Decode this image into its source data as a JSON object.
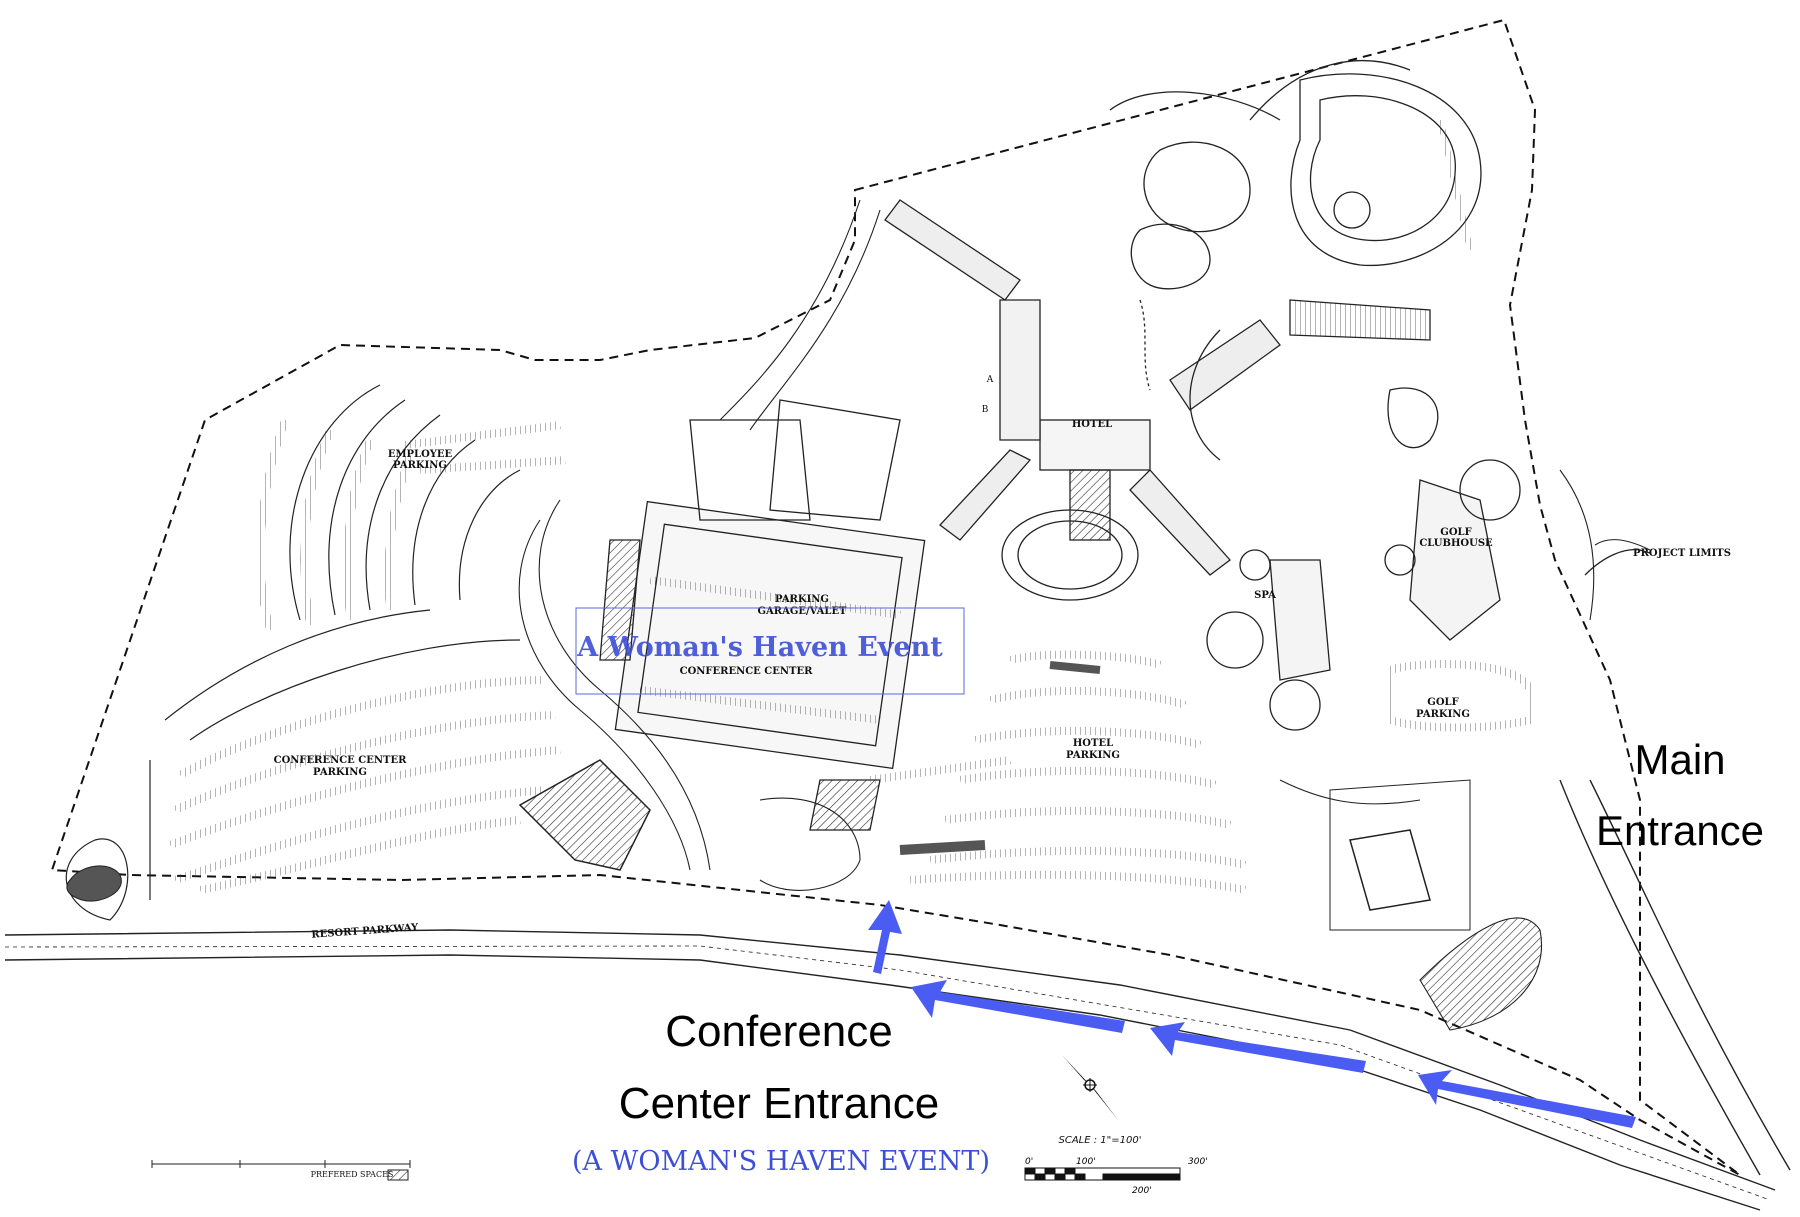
{
  "map": {
    "labels": {
      "employee_parking": [
        "EMPLOYEE",
        "PARKING"
      ],
      "conference_center_parking": [
        "CONFERENCE CENTER",
        "PARKING"
      ],
      "parking_garage": [
        "PARKING",
        "GARAGE/VALET"
      ],
      "conference_center": "CONFERENCE CENTER",
      "hotel": "HOTEL",
      "hotel_parking": [
        "HOTEL",
        "PARKING"
      ],
      "spa": "SPA",
      "golf_clubhouse": [
        "GOLF",
        "CLUBHOUSE"
      ],
      "golf_parking": [
        "GOLF",
        "PARKING"
      ],
      "project_limits": "PROJECT LIMITS",
      "resort_parkway": "RESORT PARKWAY",
      "preferred_spaces": "PREFERED SPACES",
      "building_a": "A",
      "building_b": "B"
    },
    "overlay": {
      "event_banner": "A Woman's Haven Event",
      "main_entrance": [
        "Main",
        "Entrance"
      ],
      "conference_entrance": [
        "Conference",
        "Center Entrance"
      ],
      "event_caption": "(A WOMAN'S HAVEN EVENT)"
    },
    "scale": {
      "title": "SCALE : 1\"=100'",
      "ticks_top": [
        "0'",
        "100'",
        "300'"
      ],
      "tick_bottom": "200'"
    },
    "colors": {
      "arrow": "#4a5cf2",
      "overlay_text": "#3d4fd6",
      "linework": "#222222"
    },
    "icons": [
      "north-arrow-icon",
      "route-arrow-icon"
    ]
  }
}
